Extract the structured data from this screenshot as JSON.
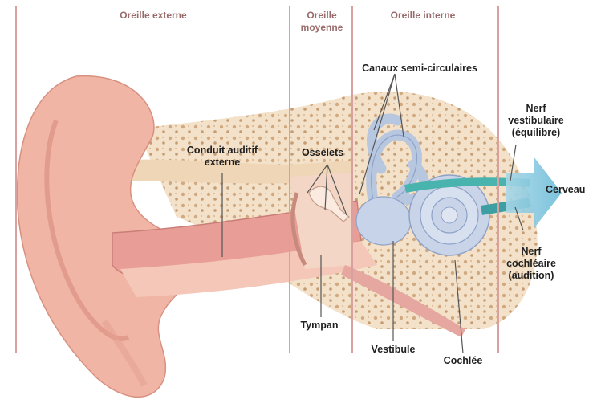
{
  "sections": {
    "external": "Oreille externe",
    "middle": "Oreille\nmoyenne",
    "inner": "Oreille interne"
  },
  "labels": {
    "canal": "Conduit auditif\nexterne",
    "ossicles": "Osselets",
    "eardrum": "Tympan",
    "semicircular": "Canaux semi-circulaires",
    "vestibule": "Vestibule",
    "cochlea": "Cochlée",
    "vestibular_nerve": "Nerf\nvestibulaire\n(équilibre)",
    "cochlear_nerve": "Nerf\ncochléaire\n(audition)",
    "brain": "Cerveau"
  },
  "colors": {
    "divider": "#d9a0a0",
    "skin": "#f0b5a5",
    "canal": "#e89e96",
    "bone": "#f1dcbf",
    "inner_ear": "#bccbe2",
    "nerve": "#49b3ad",
    "arrow": "#86cadf"
  }
}
